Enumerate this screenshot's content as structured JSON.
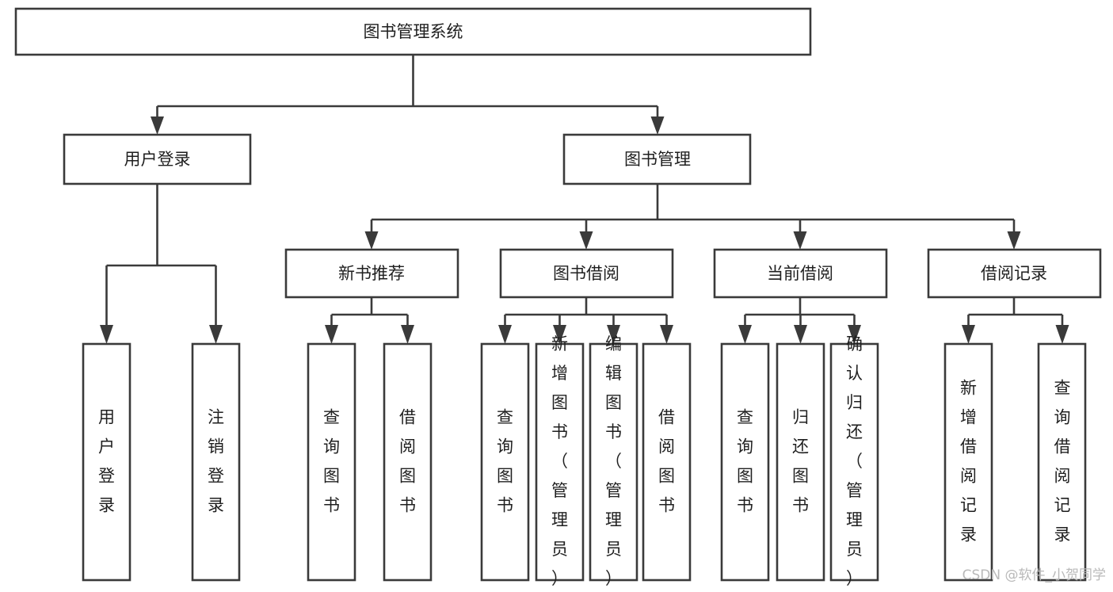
{
  "diagram": {
    "title": "图书管理系统",
    "type": "tree-hierarchy-chart",
    "root": {
      "id": "root",
      "label": "图书管理系统",
      "orientation": "horizontal"
    },
    "level2": [
      {
        "id": "user-login",
        "label": "用户登录",
        "orientation": "horizontal"
      },
      {
        "id": "book-manage",
        "label": "图书管理",
        "orientation": "horizontal"
      }
    ],
    "level3": [
      {
        "id": "new-book-rec",
        "label": "新书推荐",
        "orientation": "horizontal",
        "parent": "book-manage"
      },
      {
        "id": "book-borrow",
        "label": "图书借阅",
        "orientation": "horizontal",
        "parent": "book-manage"
      },
      {
        "id": "current-borrow",
        "label": "当前借阅",
        "orientation": "horizontal",
        "parent": "book-manage"
      },
      {
        "id": "borrow-record",
        "label": "借阅记录",
        "orientation": "horizontal",
        "parent": "book-manage"
      }
    ],
    "leaves": [
      {
        "id": "leaf-user-login",
        "label": "用户登录",
        "orientation": "vertical",
        "parent": "user-login"
      },
      {
        "id": "leaf-user-logout",
        "label": "注销登录",
        "orientation": "vertical",
        "parent": "user-login"
      },
      {
        "id": "leaf-query-book-1",
        "label": "查询图书",
        "orientation": "vertical",
        "parent": "new-book-rec"
      },
      {
        "id": "leaf-borrow-book-1",
        "label": "借阅图书",
        "orientation": "vertical",
        "parent": "new-book-rec"
      },
      {
        "id": "leaf-query-book-2",
        "label": "查询图书",
        "orientation": "vertical",
        "parent": "book-borrow"
      },
      {
        "id": "leaf-add-book",
        "label": "新增图书（管理员）",
        "orientation": "vertical",
        "parent": "book-borrow"
      },
      {
        "id": "leaf-edit-book",
        "label": "编辑图书（管理员）",
        "orientation": "vertical",
        "parent": "book-borrow"
      },
      {
        "id": "leaf-borrow-book-2",
        "label": "借阅图书",
        "orientation": "vertical",
        "parent": "book-borrow"
      },
      {
        "id": "leaf-query-book-3",
        "label": "查询图书",
        "orientation": "vertical",
        "parent": "current-borrow"
      },
      {
        "id": "leaf-return-book",
        "label": "归还图书",
        "orientation": "vertical",
        "parent": "current-borrow"
      },
      {
        "id": "leaf-confirm-return",
        "label": "确认归还（管理员）",
        "orientation": "vertical",
        "parent": "current-borrow"
      },
      {
        "id": "leaf-add-record",
        "label": "新增借阅记录",
        "orientation": "vertical",
        "parent": "borrow-record"
      },
      {
        "id": "leaf-query-record",
        "label": "查询借阅记录",
        "orientation": "vertical",
        "parent": "borrow-record"
      }
    ]
  },
  "watermark": {
    "text": "CSDN @软件_小贺同学"
  },
  "colors": {
    "stroke": "#3a3a3a",
    "box_fill": "#ffffff",
    "text": "#1f1f1f",
    "background": "#ffffff",
    "watermark": "#b9b9b9"
  }
}
